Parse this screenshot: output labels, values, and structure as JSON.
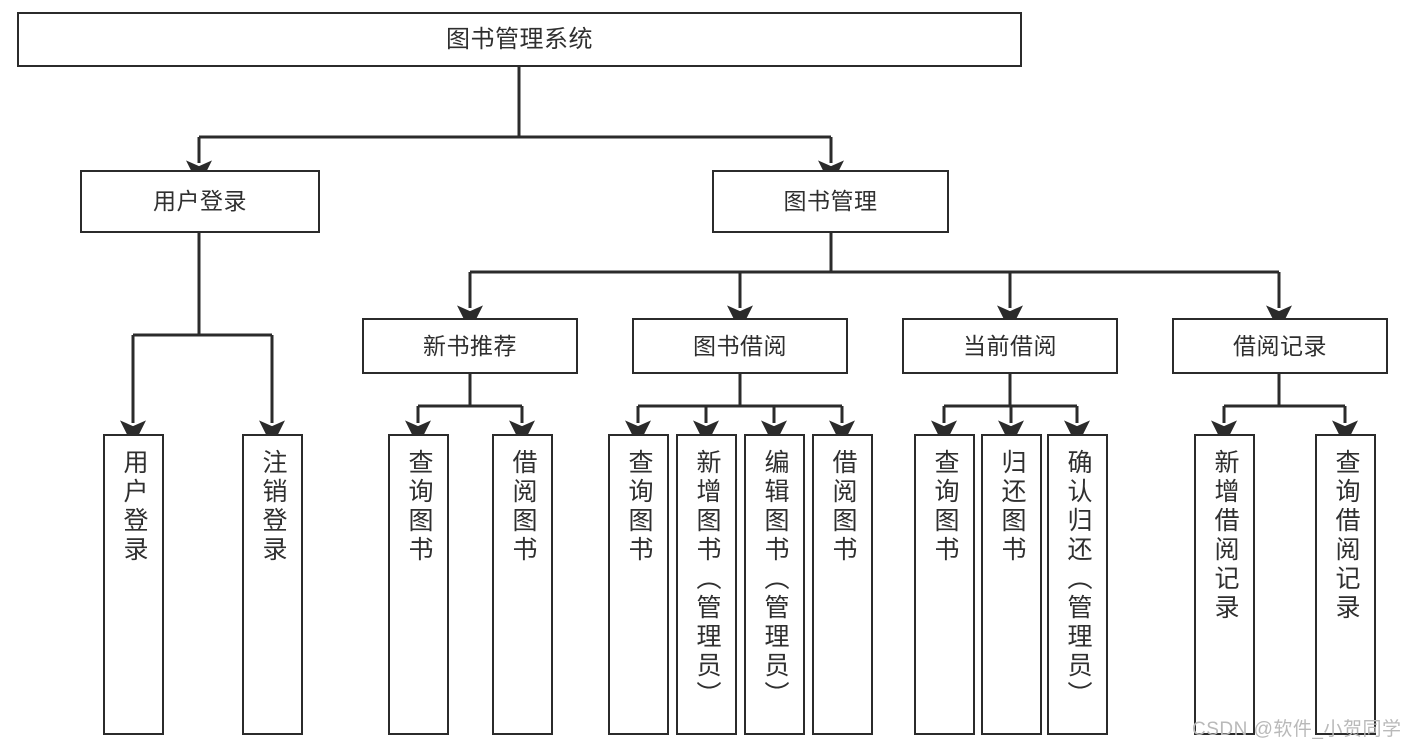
{
  "diagram": {
    "title": "图书管理系统",
    "type": "tree-hierarchy",
    "background_color": "#ffffff",
    "node_border_color": "#2b2b2b",
    "node_fill_color": "#ffffff",
    "text_color": "#2f2f2f",
    "edge_color": "#2b2b2b"
  },
  "nodes": {
    "root": {
      "label": "图书管理系统"
    },
    "level2": [
      {
        "label": "用户登录"
      },
      {
        "label": "图书管理"
      }
    ],
    "level3": [
      {
        "label": "新书推荐"
      },
      {
        "label": "图书借阅"
      },
      {
        "label": "当前借阅"
      },
      {
        "label": "借阅记录"
      }
    ],
    "leaves_user_login": [
      {
        "label": "用户登录"
      },
      {
        "label": "注销登录"
      }
    ],
    "leaves_new_book": [
      {
        "label": "查询图书"
      },
      {
        "label": "借阅图书"
      }
    ],
    "leaves_borrow": [
      {
        "label": "查询图书"
      },
      {
        "label": "新增图书（管理员）"
      },
      {
        "label": "编辑图书（管理员）"
      },
      {
        "label": "借阅图书"
      }
    ],
    "leaves_current": [
      {
        "label": "查询图书"
      },
      {
        "label": "归还图书"
      },
      {
        "label": "确认归还（管理员）"
      }
    ],
    "leaves_records": [
      {
        "label": "新增借阅记录"
      },
      {
        "label": "查询借阅记录"
      }
    ]
  },
  "watermark": {
    "text": "CSDN @软件_小贺同学",
    "color": "#b9b9b9"
  }
}
